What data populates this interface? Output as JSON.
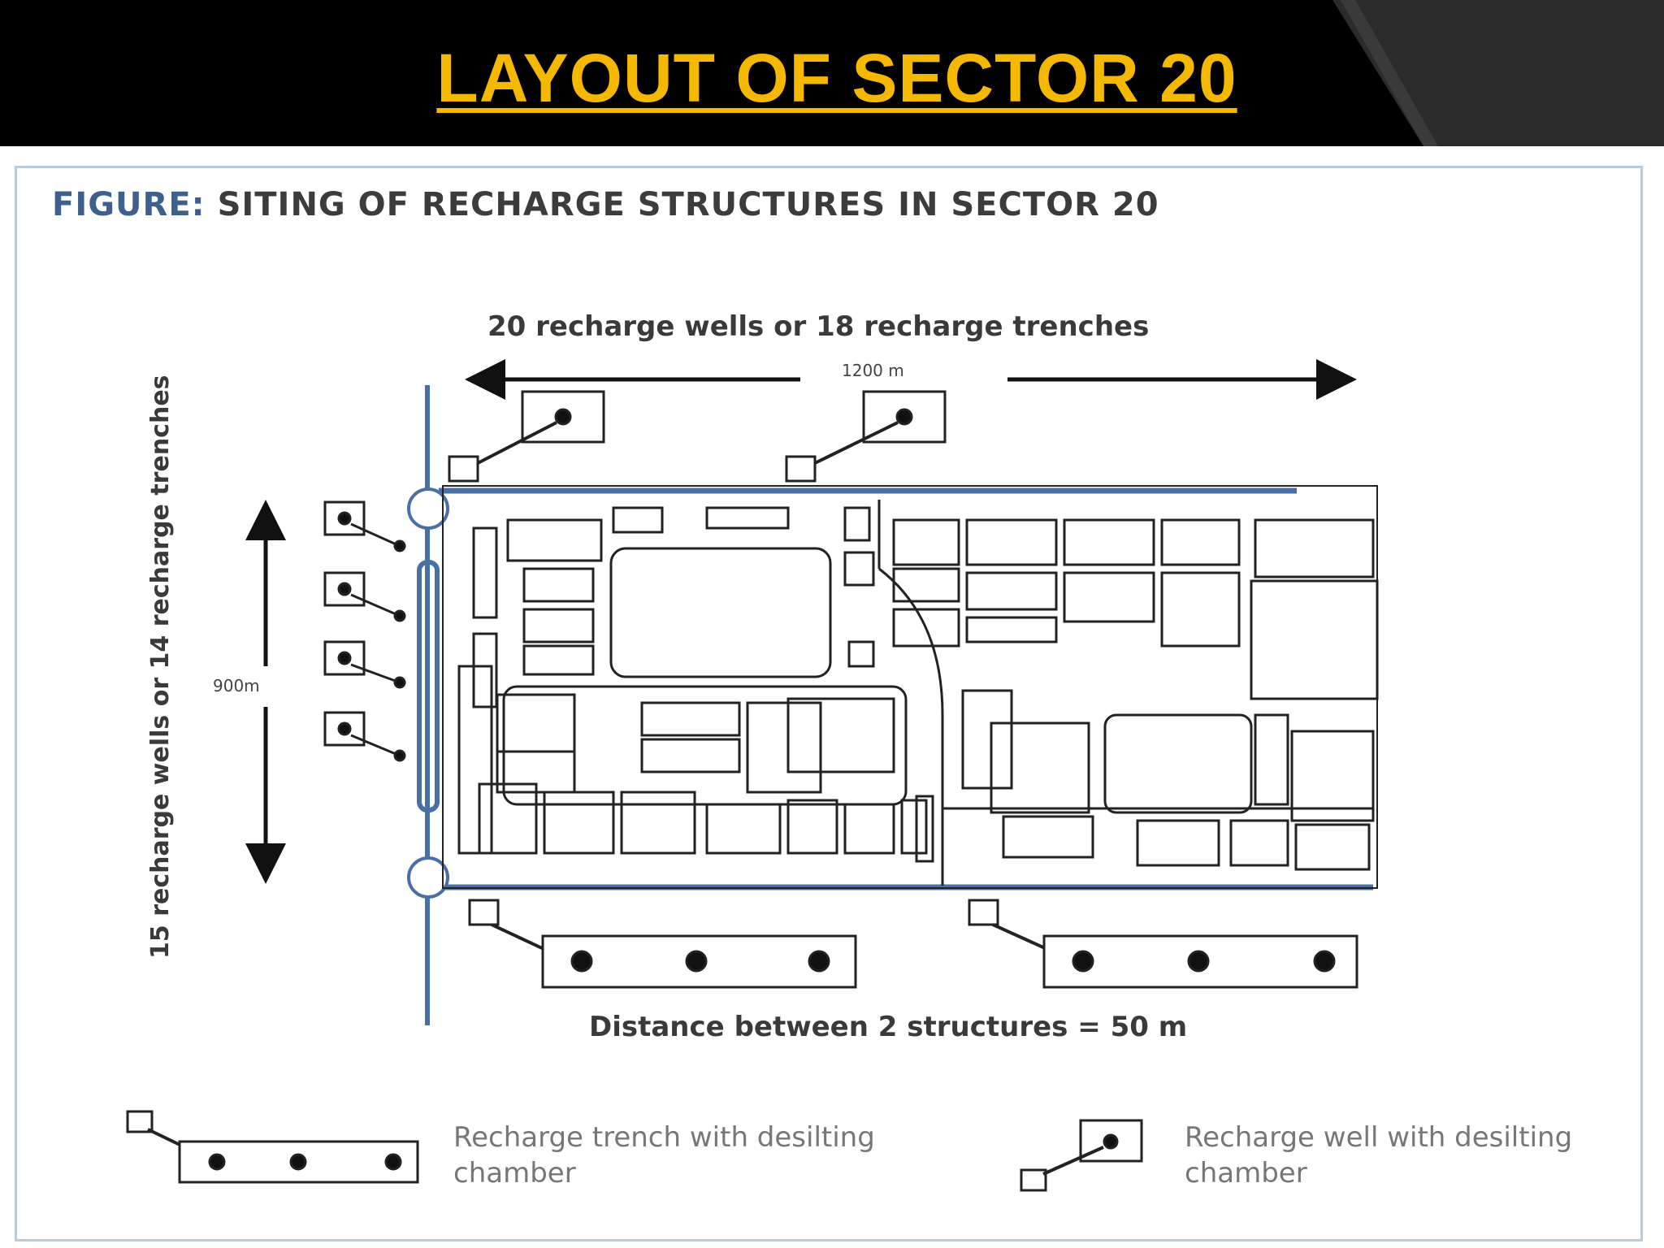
{
  "slide": {
    "title": "LAYOUT OF SECTOR 20"
  },
  "figure": {
    "heading_prefix": "FIGURE:",
    "heading_main": "SITING OF RECHARGE STRUCTURES IN SECTOR 20",
    "top_label": "20 recharge wells or 18 recharge trenches",
    "width_label": "1200 m",
    "vertical_label": "15 recharge wells or 14 recharge trenches",
    "height_label": "900m",
    "distance_label": "Distance between 2 structures = 50 m"
  },
  "legend": {
    "trench_label": "Recharge trench with desilting chamber",
    "well_label": "Recharge well with desilting chamber"
  },
  "colors": {
    "header_bg": "#000000",
    "title": "#f5b800",
    "road_blue": "#4a6fa5",
    "drawing": "#222222",
    "figure_border": "#b9ccdb",
    "heading_prefix": "#3f5f8c"
  }
}
